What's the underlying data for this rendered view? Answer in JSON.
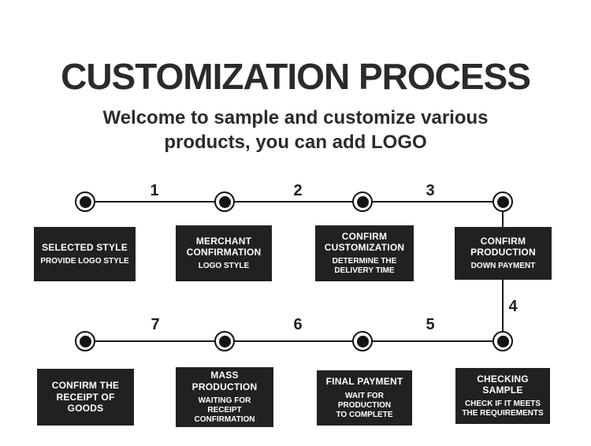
{
  "header": {
    "title": "CUSTOMIZATION PROCESS",
    "subtitle_line1": "Welcome to sample and customize various",
    "subtitle_line2": "products, you can add LOGO"
  },
  "timeline": {
    "segment_numbers": {
      "n1": "1",
      "n2": "2",
      "n3": "3",
      "n4": "4",
      "n5": "5",
      "n6": "6",
      "n7": "7"
    }
  },
  "rows": {
    "top": [
      {
        "title": "SELECTED STYLE",
        "subtitle": "PROVIDE LOGO STYLE"
      },
      {
        "title": "MERCHANT\nCONFIRMATION",
        "subtitle": "LOGO STYLE"
      },
      {
        "title": "CONFIRM\nCUSTOMIZATION",
        "subtitle": "DETERMINE THE\nDELIVERY TIME"
      },
      {
        "title": "CONFIRM\nPRODUCTION",
        "subtitle": "DOWN PAYMENT"
      }
    ],
    "bottom": [
      {
        "title": "CONFIRM THE\nRECEIPT OF GOODS",
        "subtitle": ""
      },
      {
        "title": "MASS\nPRODUCTION",
        "subtitle": "WAITING FOR\nRECEIPT CONFIRMATION"
      },
      {
        "title": "FINAL PAYMENT",
        "subtitle": "WAIT FOR PRODUCTION\nTO COMPLETE"
      },
      {
        "title": "CHECKING\nSAMPLE",
        "subtitle": "CHECK IF IT MEETS\nTHE REQUIREMENTS"
      }
    ]
  },
  "colors": {
    "background": "#ffffff",
    "box_background": "#212121",
    "box_text": "#ffffff",
    "heading_text": "#2b2b2b",
    "line": "#1a1a1a"
  }
}
